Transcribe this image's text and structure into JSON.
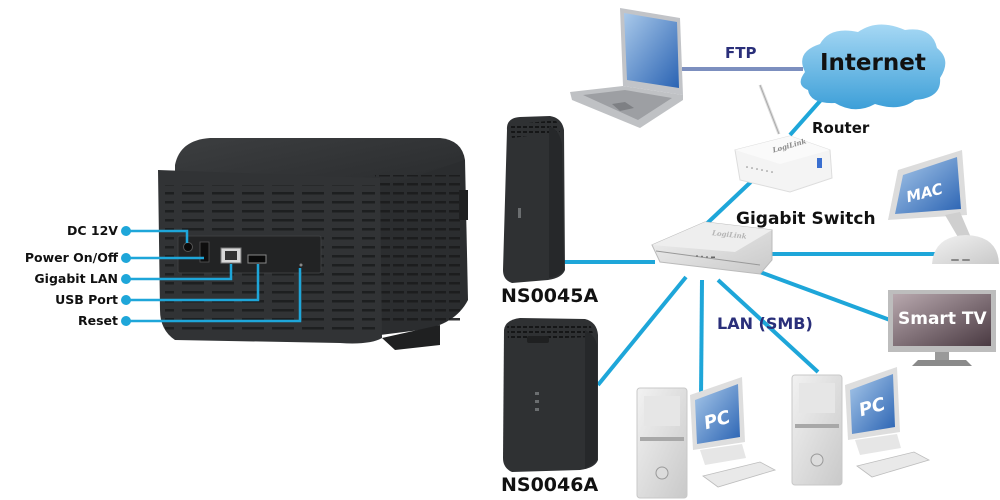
{
  "colors": {
    "cable": "#1ea6d9",
    "ftp_line": "#7c8fbf",
    "device_dark": "#2f3133",
    "label_navy": "#2a2f7a",
    "cloud": "#6bb8e6"
  },
  "port_labels": [
    {
      "id": "dc",
      "text": "DC 12V"
    },
    {
      "id": "power",
      "text": "Power On/Off"
    },
    {
      "id": "lan",
      "text": "Gigabit LAN"
    },
    {
      "id": "usb",
      "text": "USB Port"
    },
    {
      "id": "reset",
      "text": "Reset"
    }
  ],
  "network": {
    "ftp_label": "FTP",
    "internet_label": "Internet",
    "router_label": "Router",
    "switch_label": "Gigabit Switch",
    "lan_label": "LAN (SMB)",
    "mac_label": "MAC",
    "tv_label": "Smart TV",
    "pc1_label": "PC",
    "pc2_label": "PC",
    "brand_mark": "LogiLink"
  },
  "models": {
    "nas1": "NS0045A",
    "nas2": "NS0046A"
  }
}
